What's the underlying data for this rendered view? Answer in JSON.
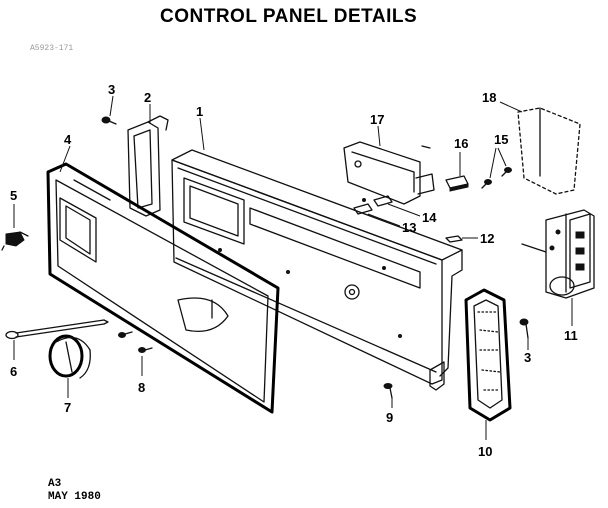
{
  "diagram": {
    "title": "CONTROL PANEL DETAILS",
    "scan_mark": "A5923-171",
    "footer": {
      "code": "A3",
      "date": "MAY 1980"
    },
    "parts": {
      "p1": "1",
      "p2": "2",
      "p3a": "3",
      "p3b": "3",
      "p4": "4",
      "p5": "5",
      "p6": "6",
      "p7": "7",
      "p8": "8",
      "p9": "9",
      "p10": "10",
      "p11": "11",
      "p12": "12",
      "p13": "13",
      "p14": "14",
      "p15": "15",
      "p16": "16",
      "p17": "17",
      "p18": "18"
    }
  }
}
